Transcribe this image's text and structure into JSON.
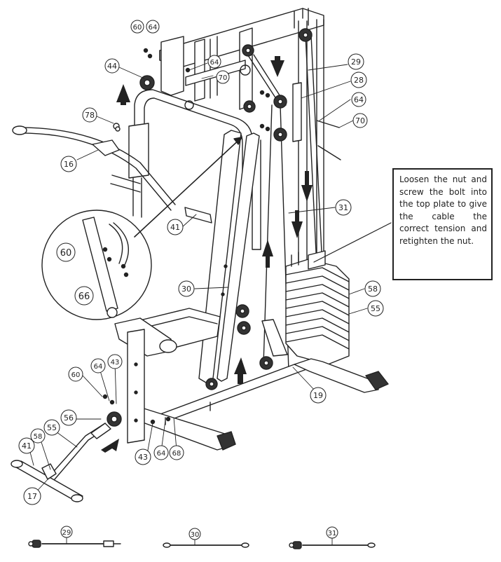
{
  "callout": {
    "text": "Loosen the nut and screw the bolt into the top plate to give the cable the correct tension and retighten the nut."
  },
  "labels": {
    "l60a": "60",
    "l64a": "64",
    "l44": "44",
    "l64b": "64",
    "l70a": "70",
    "l29": "29",
    "l28": "28",
    "l64c": "64",
    "l70b": "70",
    "l78": "78",
    "l16": "16",
    "l41a": "41",
    "l31": "31",
    "l60b": "60",
    "l66": "66",
    "l30": "30",
    "l58a": "58",
    "l55a": "55",
    "l19": "19",
    "l60c": "60",
    "l64d": "64",
    "l43a": "43",
    "l56": "56",
    "l55b": "55",
    "l58b": "58",
    "l41b": "41",
    "l17": "17",
    "l43b": "43",
    "l64e": "64",
    "l68": "68",
    "c29": "29",
    "c30": "30",
    "c31": "31"
  },
  "colors": {
    "line": "#222222",
    "background": "#ffffff"
  }
}
